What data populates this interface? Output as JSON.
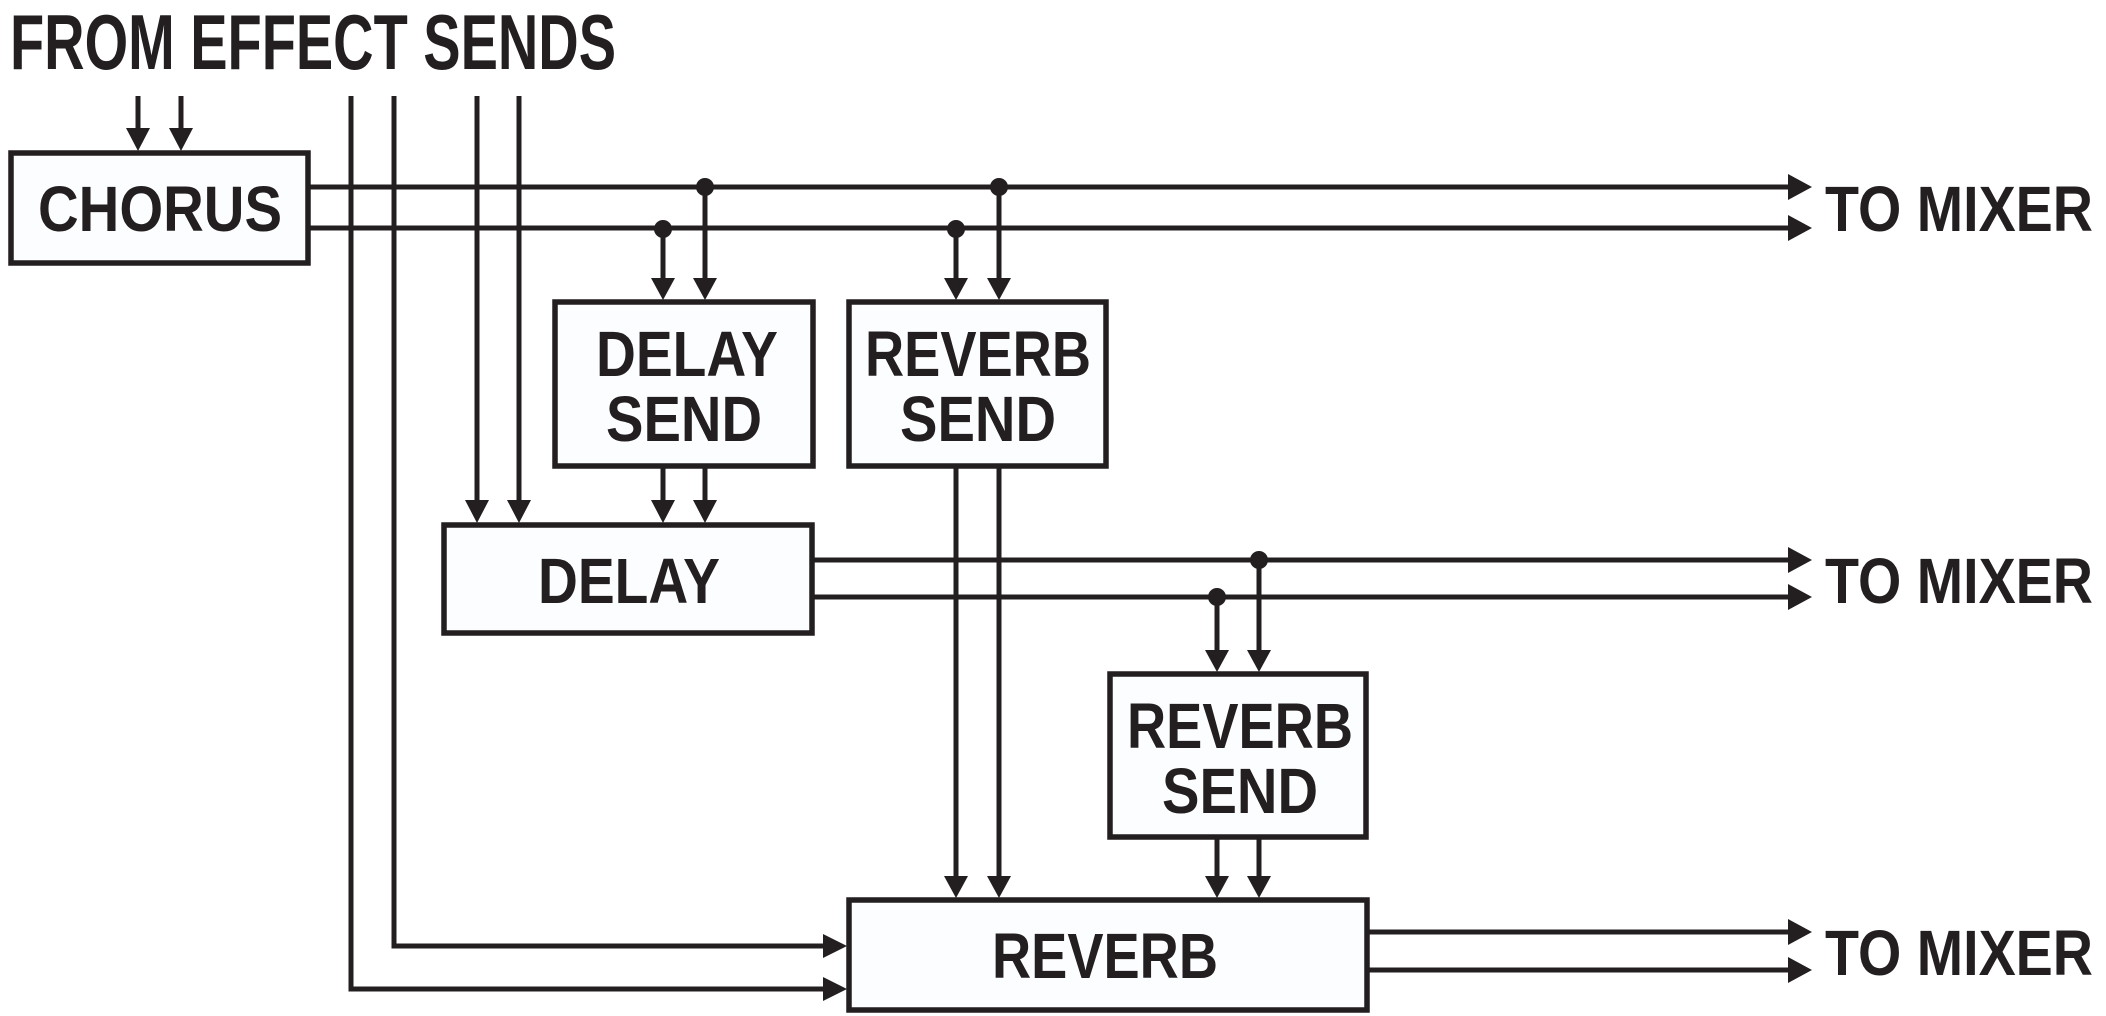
{
  "diagram": {
    "title": "FROM EFFECT SENDS",
    "blocks": {
      "chorus": {
        "label": "CHORUS"
      },
      "delay_send": {
        "line1": "DELAY",
        "line2": "SEND"
      },
      "reverb_send_1": {
        "line1": "REVERB",
        "line2": "SEND"
      },
      "delay": {
        "label": "DELAY"
      },
      "reverb_send_2": {
        "line1": "REVERB",
        "line2": "SEND"
      },
      "reverb": {
        "label": "REVERB"
      }
    },
    "outputs": [
      {
        "label": "TO MIXER",
        "source": "CHORUS"
      },
      {
        "label": "TO MIXER",
        "source": "DELAY"
      },
      {
        "label": "TO MIXER",
        "source": "REVERB"
      }
    ],
    "connections": [
      {
        "from": "FROM EFFECT SENDS",
        "to": "CHORUS",
        "channels": 2
      },
      {
        "from": "FROM EFFECT SENDS",
        "to": "DELAY",
        "channels": 2
      },
      {
        "from": "FROM EFFECT SENDS",
        "to": "REVERB",
        "channels": 2
      },
      {
        "from": "CHORUS",
        "to": "TO MIXER",
        "channels": 2
      },
      {
        "from": "CHORUS",
        "to": "DELAY SEND",
        "channels": 2
      },
      {
        "from": "CHORUS",
        "to": "REVERB SEND",
        "channels": 2
      },
      {
        "from": "DELAY SEND",
        "to": "DELAY",
        "channels": 2
      },
      {
        "from": "REVERB SEND",
        "to": "REVERB",
        "channels": 2
      },
      {
        "from": "DELAY",
        "to": "TO MIXER",
        "channels": 2
      },
      {
        "from": "DELAY",
        "to": "REVERB SEND (2)",
        "channels": 2
      },
      {
        "from": "REVERB SEND (2)",
        "to": "REVERB",
        "channels": 2
      },
      {
        "from": "REVERB",
        "to": "TO MIXER",
        "channels": 2
      }
    ],
    "colors": {
      "ink": "#231f20",
      "box_fill": "#fcfdfe",
      "background": "#ffffff"
    }
  }
}
